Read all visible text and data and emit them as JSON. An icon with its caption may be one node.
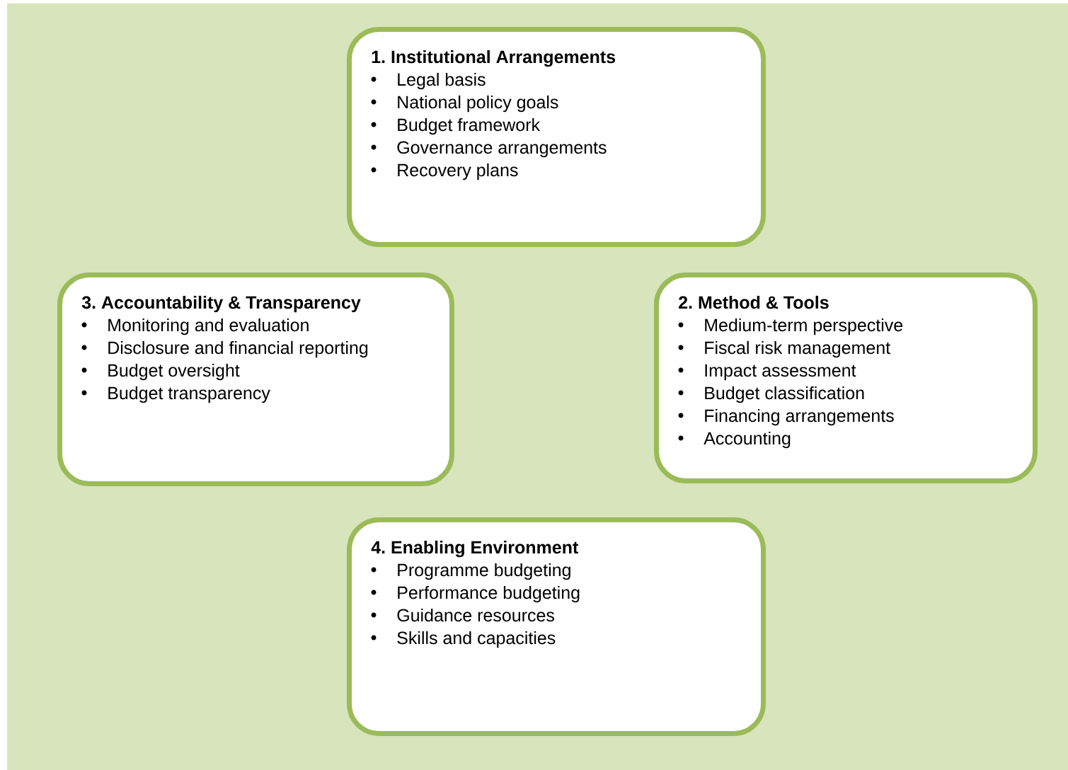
{
  "diagram": {
    "nodes": [
      {
        "text": [
          "1. Institutional Arrangements",
          "Legal basis",
          "National policy goals",
          "Budget framework",
          "Governance arrangements",
          "Recovery plans"
        ]
      },
      {
        "text": [
          "3. Accountability & Transparency",
          "Monitoring and evaluation",
          "Disclosure and financial reporting",
          "Budget oversight",
          "Budget transparency"
        ]
      },
      {
        "text": [
          "2. Method & Tools",
          "Medium-term perspective",
          "Fiscal risk management",
          "Impact assessment",
          "Budget classification",
          "Financing arrangements",
          "Accounting"
        ]
      },
      {
        "text": [
          "4. Enabling Environment",
          "Programme budgeting",
          "Performance budgeting",
          "Guidance resources",
          "Skills and capacities"
        ]
      }
    ]
  }
}
